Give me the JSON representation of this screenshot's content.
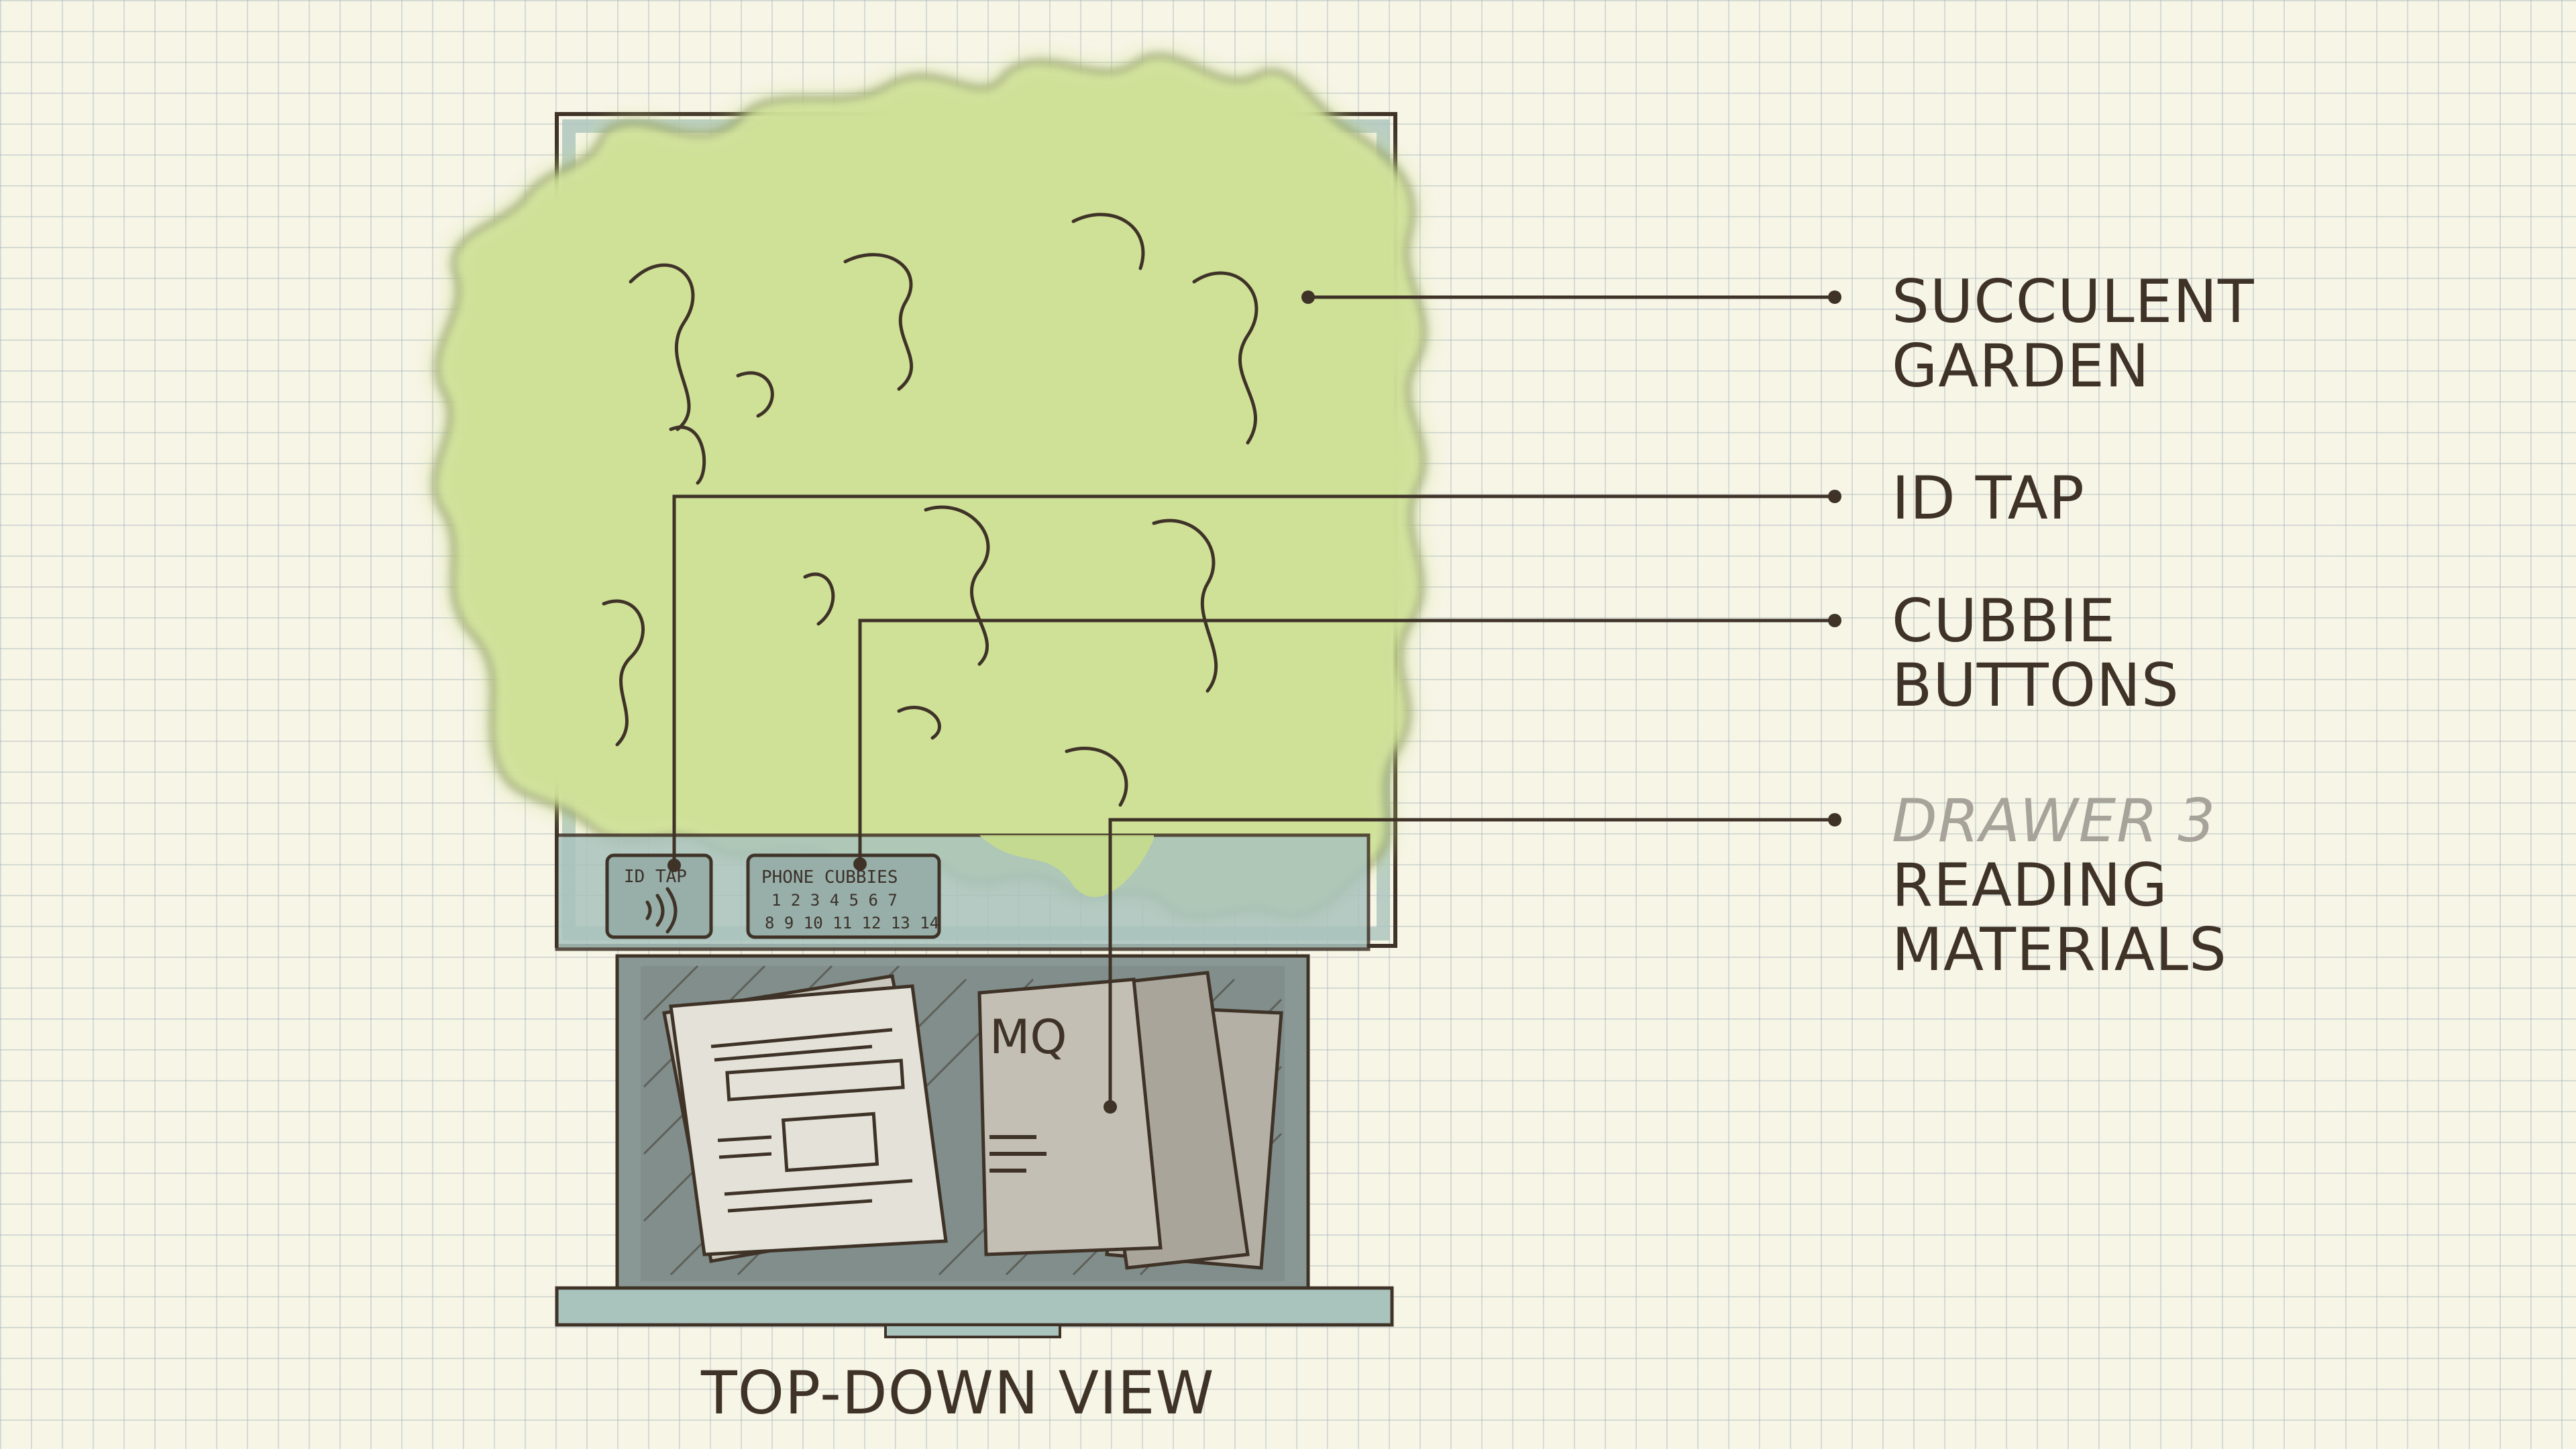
{
  "labels": {
    "succulent": [
      "SUCCULENT",
      "GARDEN"
    ],
    "id_tap": "ID TAP",
    "cubbie": [
      "CUBBIE",
      "BUTTONS"
    ],
    "drawer_title": "DRAWER 3",
    "drawer_lines": [
      "READING",
      "MATERIALS"
    ]
  },
  "caption": "TOP-DOWN VIEW",
  "panel": {
    "id_tap_text": "ID TAP",
    "cubbies_title": "PHONE CUBBIES",
    "cubbies_row1": "1 2 3 4 5 6 7",
    "cubbies_row2": "8 9 10 11 12 13 14"
  },
  "magazine_text": "MQ",
  "colors": {
    "ink": "#3f3328",
    "foliage": "#c6dc8c",
    "frame": "#a9c3bd",
    "drawer": "#7f8d8a",
    "paper": "#f7f5e6"
  }
}
